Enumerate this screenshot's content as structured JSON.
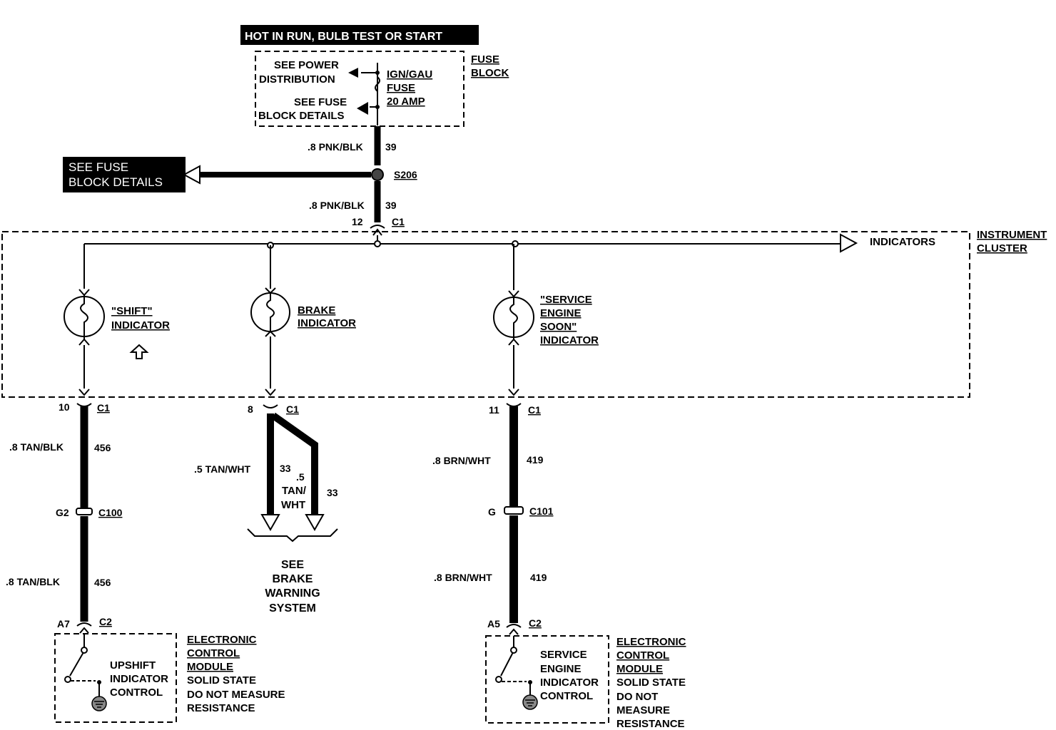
{
  "header": {
    "power_label": "HOT IN RUN, BULB TEST OR START"
  },
  "fuse_block": {
    "title_line1": "FUSE",
    "title_line2": "BLOCK",
    "see_power_line1": "SEE POWER",
    "see_power_line2": "DISTRIBUTION",
    "see_fuse_line1": "SEE FUSE",
    "see_fuse_line2": "BLOCK DETAILS",
    "fuse_name": "IGN/GAU",
    "fuse_word": "FUSE",
    "fuse_rating": "20 AMP"
  },
  "feed": {
    "wire_top": ".8 PNK/BLK",
    "circuit_top": "39",
    "splice": "S206",
    "wire_bottom": ".8 PNK/BLK",
    "circuit_bottom": "39",
    "pin": "12",
    "connector": "C1",
    "see_fuse_line1": "SEE FUSE",
    "see_fuse_line2": "BLOCK DETAILS"
  },
  "cluster": {
    "title_line1": "INSTRUMENT",
    "title_line2": "CLUSTER",
    "indicators_label": "INDICATORS",
    "shift_line1": "\"SHIFT\"",
    "shift_line2": "INDICATOR",
    "brake_line1": "BRAKE",
    "brake_line2": "INDICATOR",
    "ses_line1": "\"SERVICE",
    "ses_line2": "ENGINE",
    "ses_line3": "SOON\"",
    "ses_line4": "INDICATOR"
  },
  "left_branch": {
    "pin_c1": "10",
    "conn_c1": "C1",
    "wire1": ".8 TAN/BLK",
    "circ1": "456",
    "pin_mid": "G2",
    "conn_mid": "C100",
    "wire2": ".8 TAN/BLK",
    "circ2": "456",
    "pin_c2": "A7",
    "conn_c2": "C2",
    "module_line1": "UPSHIFT",
    "module_line2": "INDICATOR",
    "module_line3": "CONTROL",
    "ecm_line1": "ELECTRONIC",
    "ecm_line2": "CONTROL",
    "ecm_line3": "MODULE",
    "ecm_line4": "SOLID STATE",
    "ecm_line5": "DO NOT MEASURE",
    "ecm_line6": "RESISTANCE"
  },
  "brake_branch": {
    "pin_c1": "8",
    "conn_c1": "C1",
    "wire_a": ".5 TAN/WHT",
    "circ_a": "33",
    "wire_b_line1": ".5",
    "wire_b_line2": "TAN/",
    "wire_b_line3": "WHT",
    "circ_b": "33",
    "see_line1": "SEE",
    "see_line2": "BRAKE",
    "see_line3": "WARNING",
    "see_line4": "SYSTEM"
  },
  "right_branch": {
    "pin_c1": "11",
    "conn_c1": "C1",
    "wire1": ".8 BRN/WHT",
    "circ1": "419",
    "pin_mid": "G",
    "conn_mid": "C101",
    "wire2": ".8 BRN/WHT",
    "circ2": "419",
    "pin_c2": "A5",
    "conn_c2": "C2",
    "module_line1": "SERVICE",
    "module_line2": "ENGINE",
    "module_line3": "INDICATOR",
    "module_line4": "CONTROL",
    "ecm_line1": "ELECTRONIC",
    "ecm_line2": "CONTROL",
    "ecm_line3": "MODULE",
    "ecm_line4": "SOLID STATE",
    "ecm_line5": "DO NOT",
    "ecm_line6": "MEASURE",
    "ecm_line7": "RESISTANCE"
  }
}
